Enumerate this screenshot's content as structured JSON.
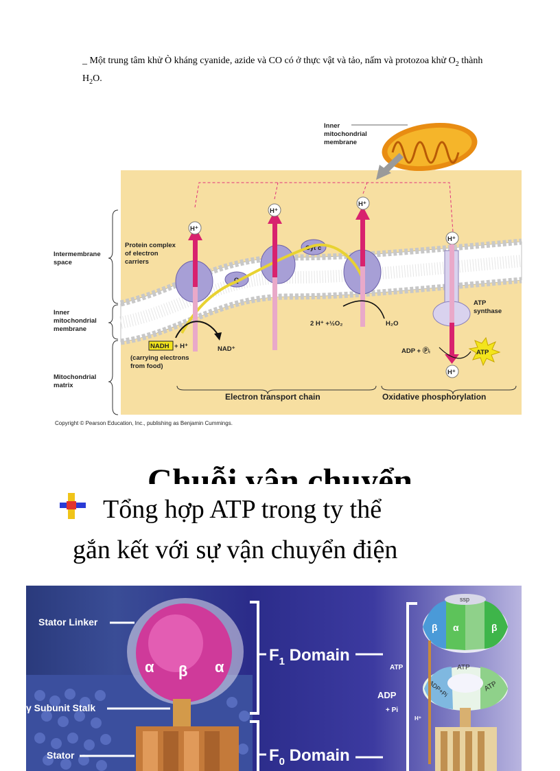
{
  "intro": {
    "prefix": "_ Một trung tâm khử Ò kháng  cyanide, azide và CO có ở thực vật và tảo, nấm và protozoa khử O",
    "sub1": "2",
    "mid": " thành H",
    "sub2": "2",
    "suffix": "O."
  },
  "figure1": {
    "inner_membrane_callout": [
      "Inner",
      "mitochondrial",
      "membrane"
    ],
    "left_labels": {
      "intermembrane": [
        "Intermembrane",
        "space"
      ],
      "inner": [
        "Inner",
        "mitochondrial",
        "membrane"
      ],
      "matrix": [
        "Mitochondrial",
        "matrix"
      ]
    },
    "protein_complex": [
      "Protein complex",
      "of electron",
      "carriers"
    ],
    "q": "Q",
    "cytc": "Cyt c",
    "hplus": "H⁺",
    "nadh": "NADH",
    "nadh_plus": "+ H⁺",
    "nad": "NAD⁺",
    "carrying": [
      "(carrying electrons",
      "from food)"
    ],
    "water_eq": "2 H⁺ +½O₂",
    "h2o": "H₂O",
    "atp_synthase": [
      "ATP",
      "synthase"
    ],
    "adp": "ADP + Ⓟᵢ",
    "atp": "ATP",
    "etc_label": "Electron transport chain",
    "oxphos_label": "Oxidative phosphorylation",
    "copyright": "Copyright © Pearson Education, Inc., publishing as Benjamin Cummings."
  },
  "cut_title": "Chuỗi vận chuyển",
  "heading_line1": "Tổng hợp ATP trong ty thể",
  "heading_line2": "gắn kết với sự vận chuyển  điện",
  "figure2": {
    "stator_linker": "Stator Linker",
    "gamma_stalk": "γ Subunit Stalk",
    "stator": "Stator",
    "f1": "F",
    "f1_sub": "1",
    "f1_rest": " Domain",
    "f0": "F",
    "f0_sub": "0",
    "f0_rest": " Domain",
    "alpha": "α",
    "beta": "β",
    "atp": "ATP",
    "adp": "ADP",
    "pi": "+ Pi",
    "adp_pi": "ADP+Pi",
    "hplus": "H⁺",
    "ssp": "ssp"
  }
}
